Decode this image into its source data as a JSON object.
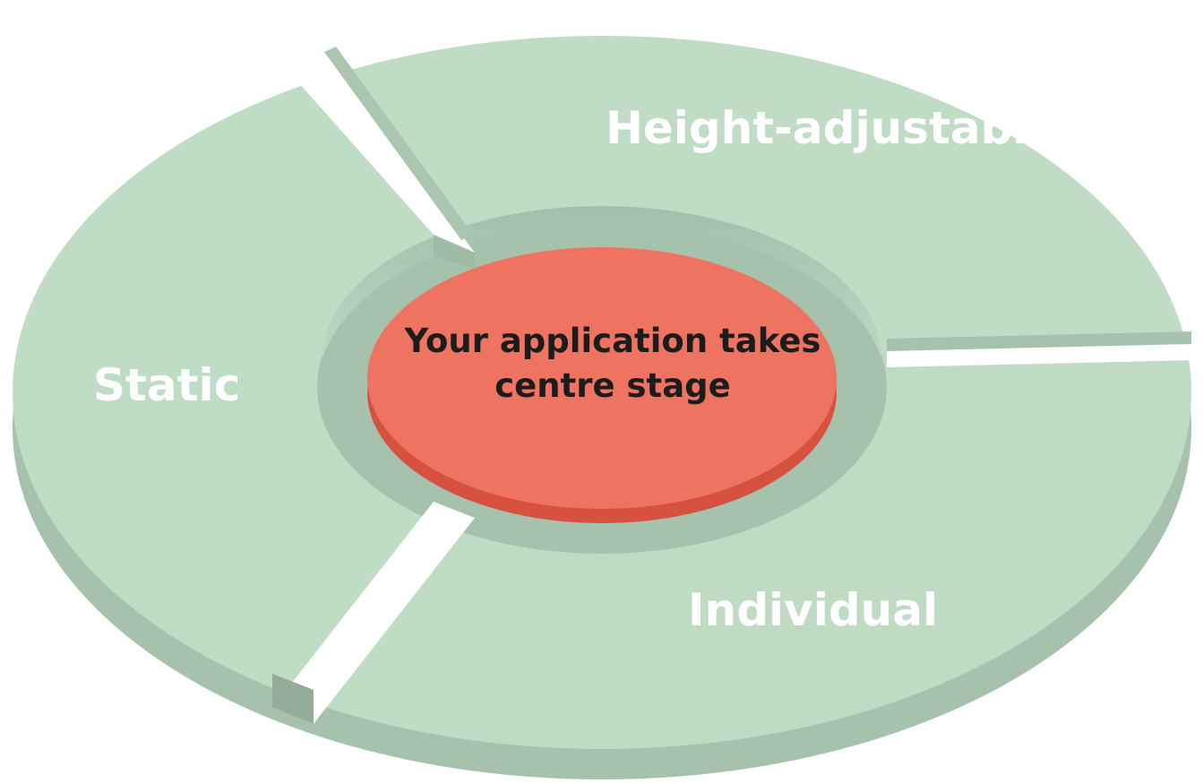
{
  "diagram": {
    "center": {
      "lines": [
        "Your application takes",
        "centre stage"
      ]
    },
    "segments": [
      {
        "id": "height-adjustable",
        "label": "Height-adjustable"
      },
      {
        "id": "static",
        "label": "Static"
      },
      {
        "id": "individual",
        "label": "Individual"
      }
    ],
    "colors": {
      "ring_top": "#bfdcc4",
      "ring_side": "#a6c2ac",
      "ring_side_dark": "#93ad99",
      "center_top": "#ee7461",
      "center_side": "#d6513f",
      "segment_text": "#ffffff",
      "center_text": "#1c1c1c",
      "background": "#ffffff"
    }
  }
}
